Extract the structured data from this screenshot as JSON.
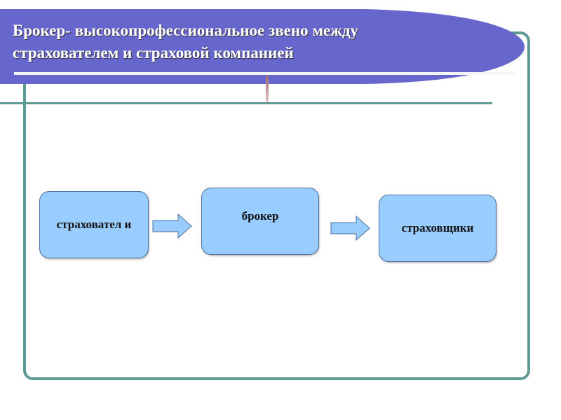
{
  "slide": {
    "title": "Брокер- высокопрофессиональное звено между страхователем и страховой компанией"
  },
  "diagram": {
    "nodes": [
      {
        "label": "страховател и"
      },
      {
        "label": "брокер"
      },
      {
        "label": "страховщики"
      }
    ],
    "colors": {
      "node_fill": "#99ccff",
      "banner": "#6666cc",
      "frame": "#5f9a92"
    }
  }
}
